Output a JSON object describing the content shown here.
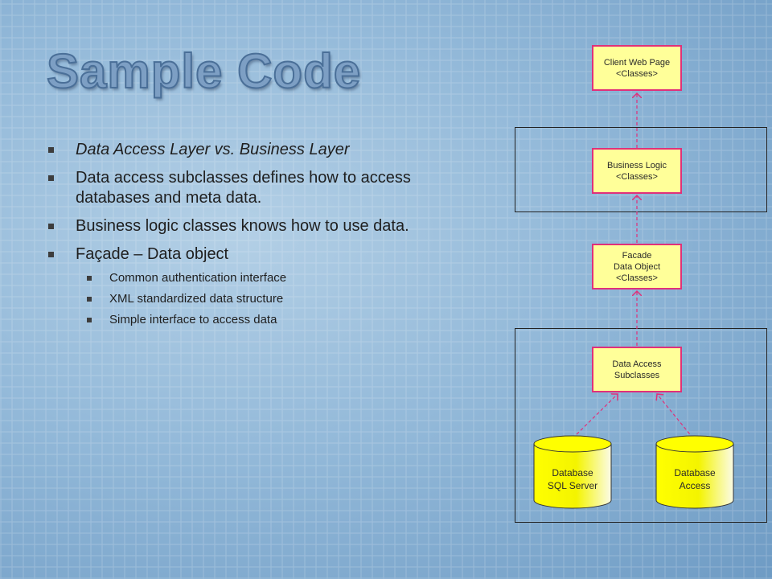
{
  "slide": {
    "title": "Sample Code",
    "bullets": [
      {
        "text": "Data Access Layer vs. Business Layer",
        "italic": true
      },
      {
        "text": "Data access subclasses defines how to access databases and meta data."
      },
      {
        "text": "Business logic classes knows how to use data."
      },
      {
        "text": "Façade – Data object"
      }
    ],
    "subbullets": [
      {
        "text": "Common authentication interface"
      },
      {
        "text": "XML standardized data structure"
      },
      {
        "text": "Simple interface to access data"
      }
    ]
  },
  "diagram": {
    "client": {
      "line1": "Client Web Page",
      "line2": "<Classes>"
    },
    "business": {
      "line1": "Business Logic",
      "line2": "<Classes>"
    },
    "facade": {
      "line1": "Facade",
      "line2": "Data Object",
      "line3": "<Classes>"
    },
    "data_access": {
      "line1": "Data Access",
      "line2": "Subclasses"
    },
    "db_sql": {
      "line1": "Database",
      "line2": "SQL Server"
    },
    "db_access": {
      "line1": "Database",
      "line2": "Access"
    },
    "colors": {
      "box_fill": "#ffff99",
      "box_border": "#e0307a",
      "cylinder_fill": "#ffff00",
      "arrow": "#e0307a"
    }
  }
}
